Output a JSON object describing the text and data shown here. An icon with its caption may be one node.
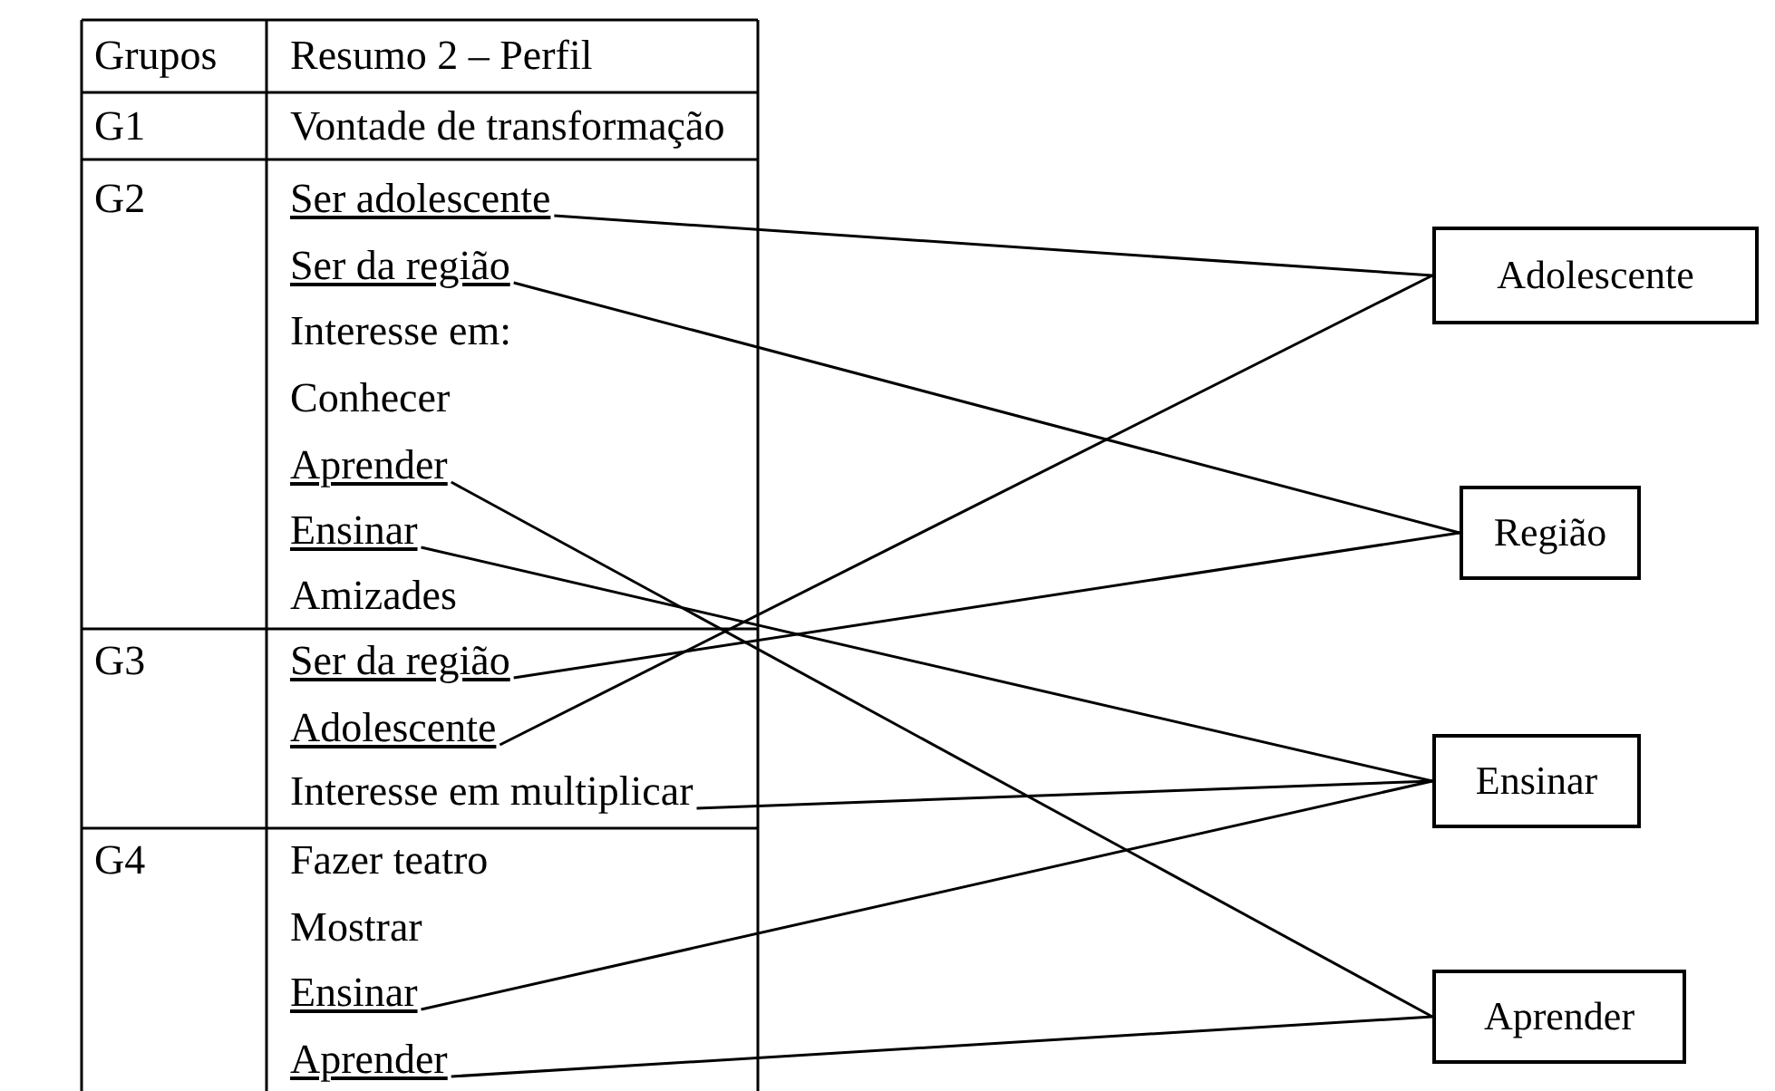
{
  "diagram": {
    "nodes": [
      {
        "text": [
          "Ser adolescente"
        ]
      },
      {
        "text": [
          "Ser da região"
        ]
      },
      {
        "text": [
          "Aprender"
        ]
      },
      {
        "text": [
          "Ensinar"
        ]
      },
      {
        "text": [
          "Ser da região"
        ]
      },
      {
        "text": [
          "Adolescente"
        ]
      },
      {
        "text": [
          "Interesse em multiplicar"
        ]
      },
      {
        "text": [
          "Ensinar"
        ]
      },
      {
        "text": [
          "Aprender"
        ]
      },
      {
        "text": [
          "Adolescente"
        ]
      },
      {
        "text": [
          "Região"
        ]
      },
      {
        "text": [
          "Ensinar"
        ]
      },
      {
        "text": [
          "Aprender"
        ]
      }
    ],
    "edges": [
      {
        "from": 0,
        "to": 9,
        "arrow": "none"
      },
      {
        "from": 1,
        "to": 10,
        "arrow": "none"
      },
      {
        "from": 2,
        "to": 12,
        "arrow": "none"
      },
      {
        "from": 3,
        "to": 11,
        "arrow": "none"
      },
      {
        "from": 4,
        "to": 10,
        "arrow": "none"
      },
      {
        "from": 5,
        "to": 9,
        "arrow": "none"
      },
      {
        "from": 6,
        "to": 11,
        "arrow": "none"
      },
      {
        "from": 7,
        "to": 11,
        "arrow": "none"
      },
      {
        "from": 8,
        "to": 12,
        "arrow": "none"
      }
    ],
    "labels": [
      "Grupos",
      "Resumo 2 – Perfil",
      "G1",
      "Vontade de transformação",
      "G2",
      "Interesse em:",
      "Conhecer",
      "Amizades",
      "G3",
      "G4",
      "Fazer teatro",
      "Mostrar"
    ]
  }
}
